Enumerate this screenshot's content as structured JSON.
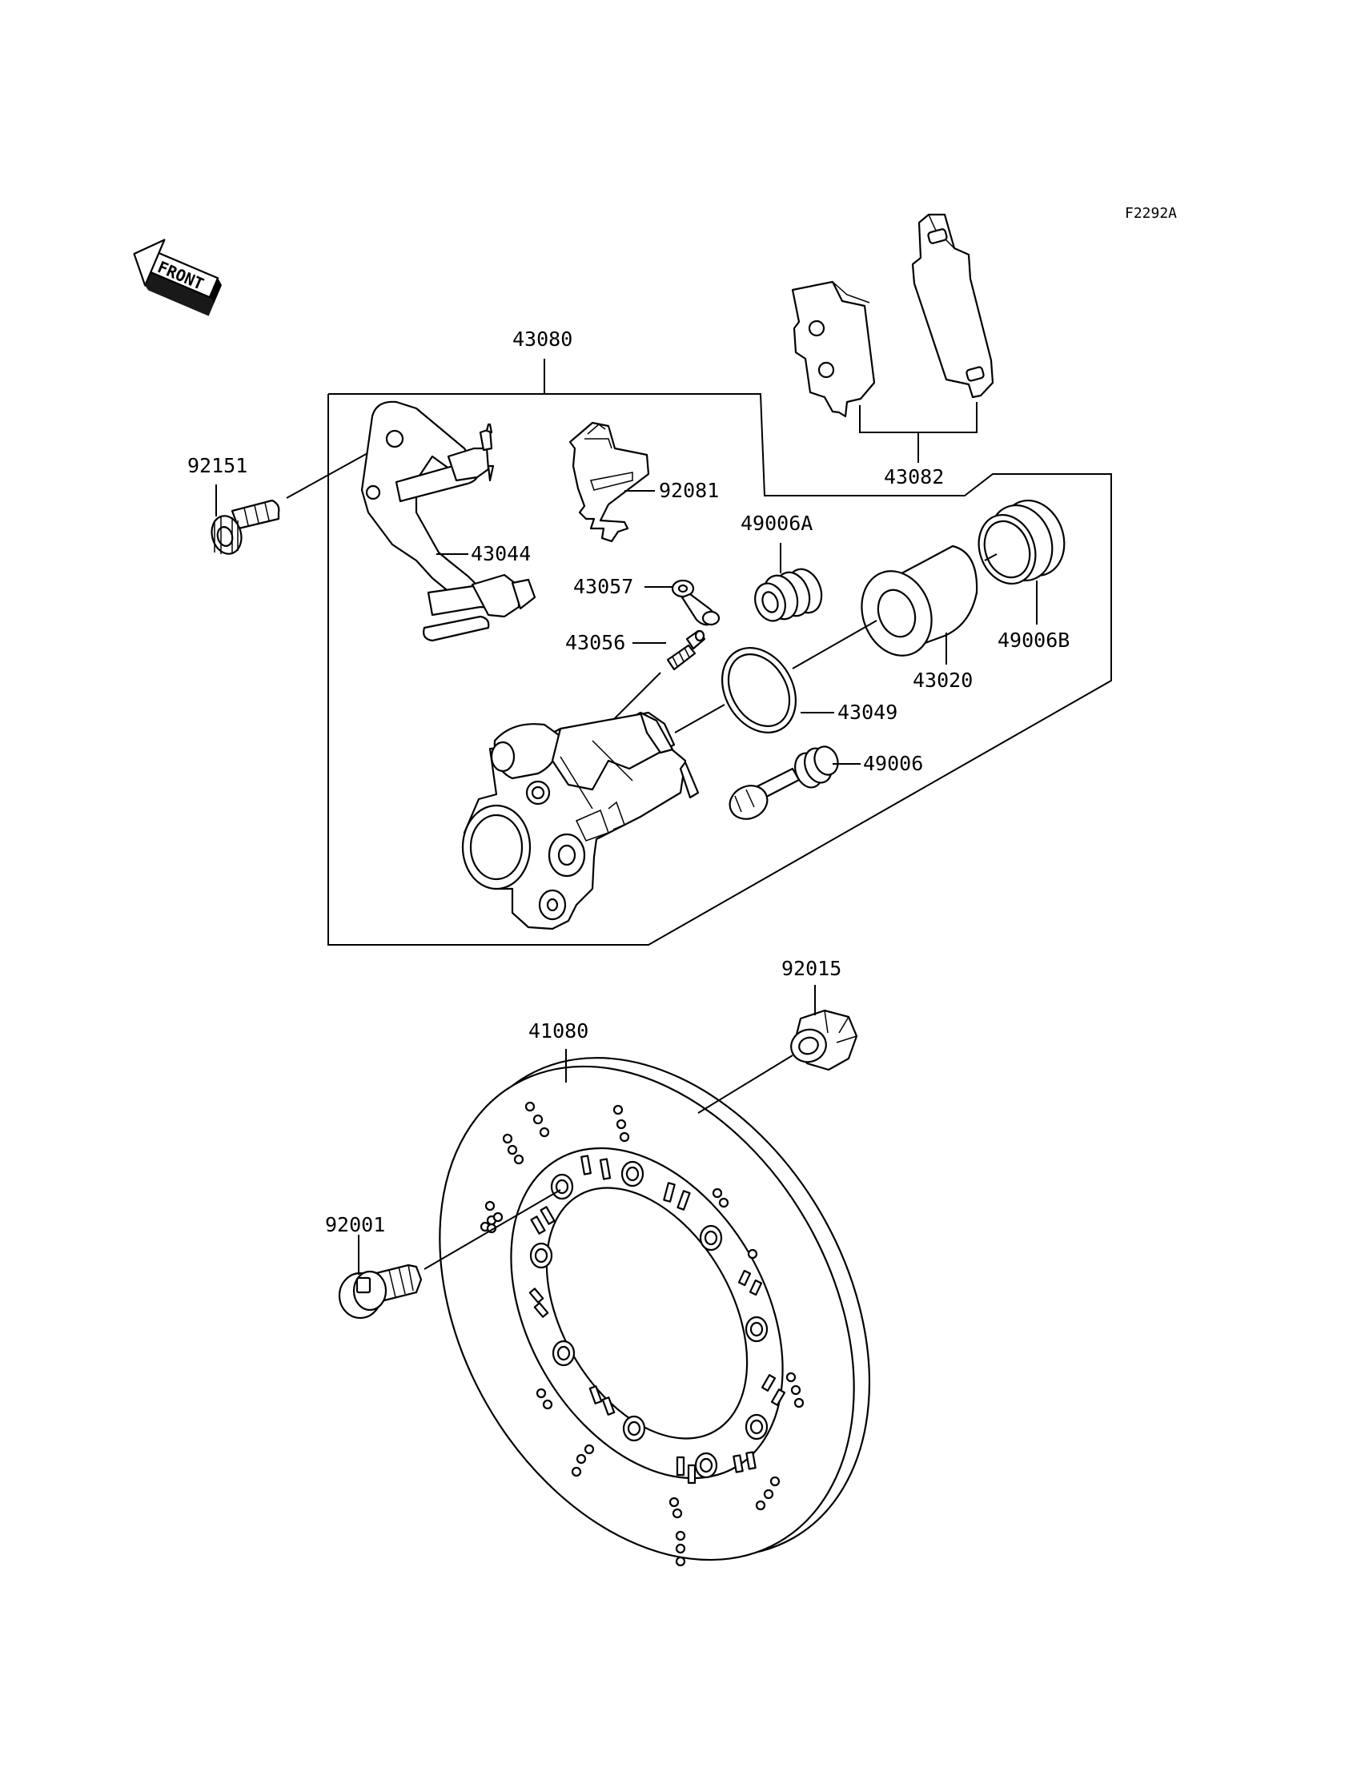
{
  "figure_code": "F2292A",
  "front_arrow_label": "FRONT",
  "parts": {
    "p43080": "43080",
    "p43082": "43082",
    "p92151": "92151",
    "p92081": "92081",
    "p43044": "43044",
    "p49006A": "49006A",
    "p43057": "43057",
    "p43056": "43056",
    "p49006B": "49006B",
    "p43020": "43020",
    "p43049": "43049",
    "p49006": "49006",
    "p92015": "92015",
    "p41080": "41080",
    "p92001": "92001"
  }
}
